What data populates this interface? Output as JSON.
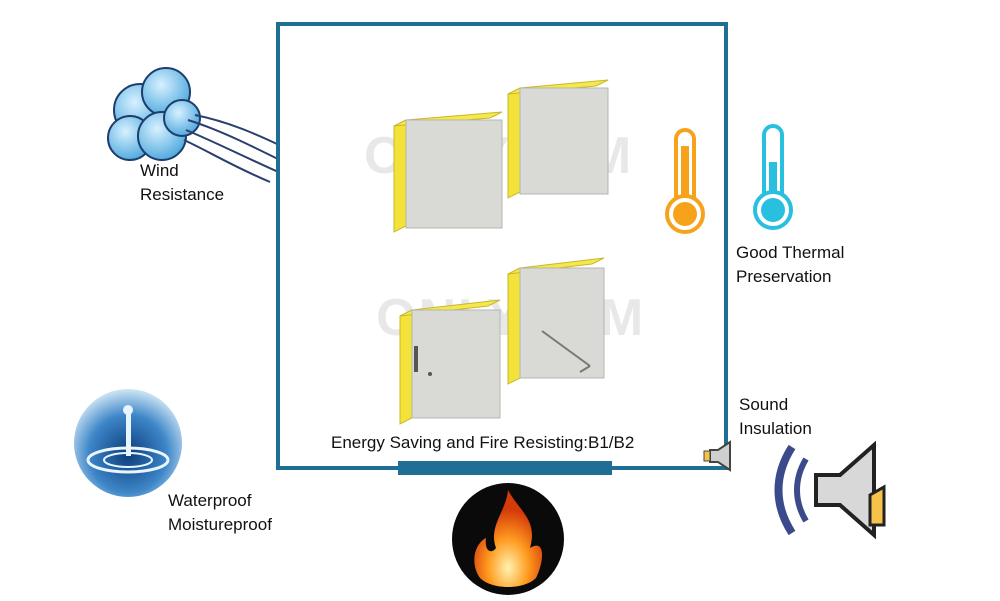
{
  "features": {
    "wind": {
      "line1": "Wind",
      "line2": "Resistance"
    },
    "thermal": {
      "line1": "Good Thermal",
      "line2": "Preservation"
    },
    "sound": {
      "line1": "Sound",
      "line2": "Insulation"
    },
    "water": {
      "line1": "Waterproof",
      "line2": "Moistureproof"
    }
  },
  "caption": "Energy Saving and Fire Resisting:B1/B2",
  "watermark": "ONLYKEM",
  "colors": {
    "frame": "#1f6e96",
    "panel_core": "#f2e23a",
    "panel_face": "#d9d9d6",
    "hot": "#f7a21b",
    "cold": "#29c0e0"
  },
  "icons": [
    "wind-cloud-icon",
    "thermometer-hot-icon",
    "thermometer-cold-icon",
    "speaker-icon",
    "water-drop-icon",
    "fire-icon"
  ]
}
